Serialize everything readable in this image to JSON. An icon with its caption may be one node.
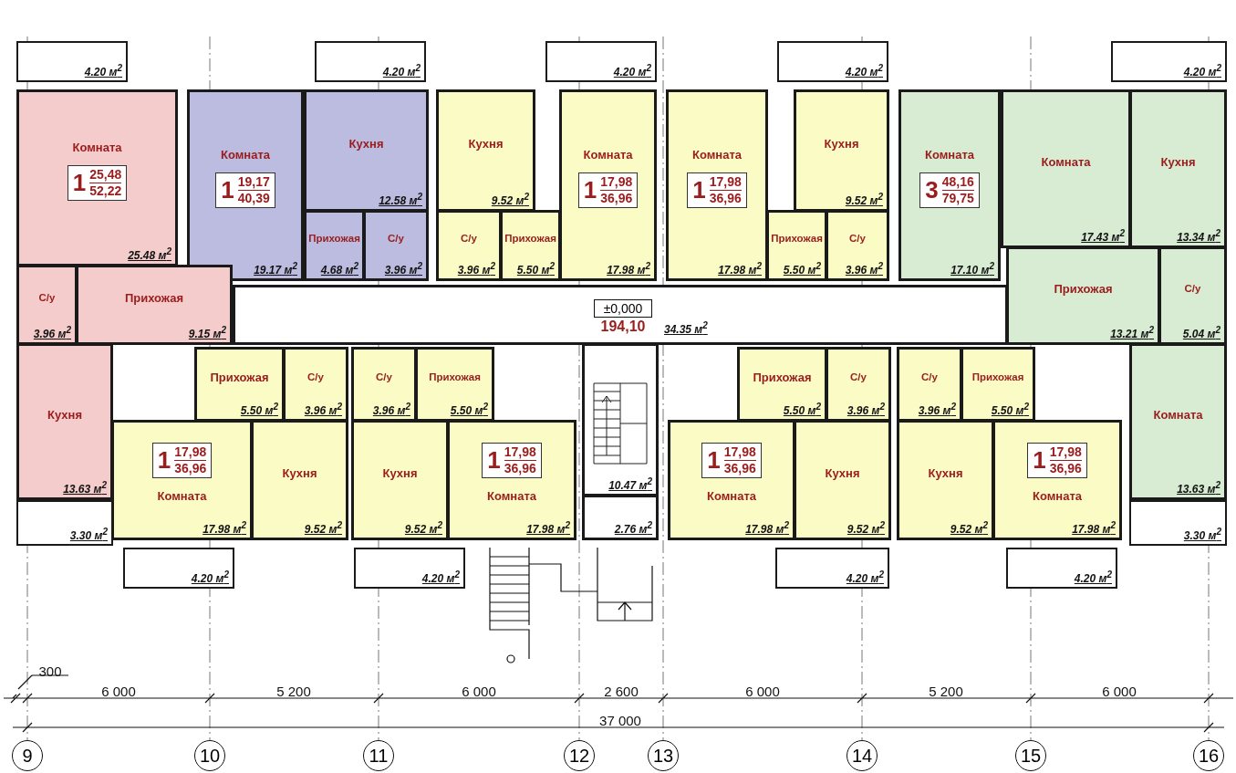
{
  "diagram": {
    "nodes": [
      {
        "text": [
          "4.20 м$^{2}$"
        ]
      },
      {
        "text": [
          "4.20 м$^{2}$"
        ]
      },
      {
        "text": [
          "4.20 м$^{2}$"
        ]
      },
      {
        "text": [
          "4.20 м$^{2}$"
        ]
      },
      {
        "text": [
          "4.20 м$^{2}$"
        ]
      },
      {
        "text": [
          "Комната",
          "1",
          "25,48",
          "52,22",
          "25.48 м$^{2}$"
        ]
      },
      {
        "text": [
          "Комната",
          "1",
          "19,17",
          "40,39",
          "19.17 м$^{2}$"
        ]
      },
      {
        "text": [
          "Кухня",
          "12.58 м$^{2}$"
        ]
      },
      {
        "text": [
          "Кухня",
          "9.52 м$^{2}$"
        ]
      },
      {
        "text": [
          "Комната",
          "1",
          "17,98",
          "36,96",
          "17.98 м$^{2}$"
        ]
      },
      {
        "text": [
          "Комната",
          "1",
          "17,98",
          "36,96",
          "17.98 м$^{2}$"
        ]
      },
      {
        "text": [
          "Кухня",
          "9.52 м$^{2}$"
        ]
      },
      {
        "text": [
          "Комната",
          "3",
          "48,16",
          "79,75",
          "17.10 м$^{2}$"
        ]
      },
      {
        "text": [
          "Комната",
          "17.43 м$^{2}$"
        ]
      },
      {
        "text": [
          "Кухня",
          "13.34 м$^{2}$"
        ]
      },
      {
        "text": [
          "Прихожая",
          "4.68 м$^{2}$"
        ]
      },
      {
        "text": [
          "С/у",
          "3.96 м$^{2}$"
        ]
      },
      {
        "text": [
          "С/у",
          "3.96 м$^{2}$"
        ]
      },
      {
        "text": [
          "Прихожая",
          "5.50 м$^{2}$"
        ]
      },
      {
        "text": [
          "Прихожая",
          "5.50 м$^{2}$"
        ]
      },
      {
        "text": [
          "С/у",
          "3.96 м$^{2}$"
        ]
      },
      {
        "text": [
          "С/у",
          "3.96 м$^{2}$"
        ]
      },
      {
        "text": [
          "Прихожая",
          "9.15 м$^{2}$"
        ]
      },
      {
        "text": [
          "34.35 м$^{2}$"
        ]
      },
      {
        "text": [
          "Прихожая",
          "13.21 м$^{2}$"
        ]
      },
      {
        "text": [
          "С/у",
          "5.04 м$^{2}$"
        ]
      },
      {
        "text": [
          "Кухня",
          "13.63 м$^{2}$"
        ]
      },
      {
        "text": [
          "Прихожая",
          "5.50 м$^{2}$"
        ]
      },
      {
        "text": [
          "С/у",
          "3.96 м$^{2}$"
        ]
      },
      {
        "text": [
          "С/у",
          "3.96 м$^{2}$"
        ]
      },
      {
        "text": [
          "Прихожая",
          "5.50 м$^{2}$"
        ]
      },
      {
        "text": [
          "Прихожая",
          "5.50 м$^{2}$"
        ]
      },
      {
        "text": [
          "С/у",
          "3.96 м$^{2}$"
        ]
      },
      {
        "text": [
          "С/у",
          "3.96 м$^{2}$"
        ]
      },
      {
        "text": [
          "Прихожая",
          "5.50 м$^{2}$"
        ]
      },
      {
        "text": [
          "Комната",
          "13.63 м$^{2}$"
        ]
      },
      {
        "text": [
          "10.47 м$^{2}$"
        ]
      },
      {
        "text": [
          "1",
          "17,98",
          "36,96",
          "Комната",
          "17.98 м$^{2}$"
        ]
      },
      {
        "text": [
          "Кухня",
          "9.52 м$^{2}$"
        ]
      },
      {
        "text": [
          "Кухня",
          "9.52 м$^{2}$"
        ]
      },
      {
        "text": [
          "1",
          "17,98",
          "36,96",
          "Комната",
          "17.98 м$^{2}$"
        ]
      },
      {
        "text": [
          "1",
          "17,98",
          "36,96",
          "Комната",
          "17.98 м$^{2}$"
        ]
      },
      {
        "text": [
          "Кухня",
          "9.52 м$^{2}$"
        ]
      },
      {
        "text": [
          "Кухня",
          "9.52 м$^{2}$"
        ]
      },
      {
        "text": [
          "1",
          "17,98",
          "36,96",
          "Комната",
          "17.98 м$^{2}$"
        ]
      },
      {
        "text": [
          "2.76 м$^{2}$"
        ]
      },
      {
        "text": [
          "3.30 м$^{2}$"
        ]
      },
      {
        "text": [
          "3.30 м$^{2}$"
        ]
      },
      {
        "text": [
          "4.20 м$^{2}$"
        ]
      },
      {
        "text": [
          "4.20 м$^{2}$"
        ]
      },
      {
        "text": [
          "4.20 м$^{2}$"
        ]
      },
      {
        "text": [
          "4.20 м$^{2}$"
        ]
      },
      {
        "text": [
          "9"
        ]
      },
      {
        "text": [
          "10"
        ]
      },
      {
        "text": [
          "11"
        ]
      },
      {
        "text": [
          "12"
        ]
      },
      {
        "text": [
          "13"
        ]
      },
      {
        "text": [
          "14"
        ]
      },
      {
        "text": [
          "15"
        ]
      },
      {
        "text": [
          "16"
        ]
      },
      {
        "text": [
          "±0,000"
        ],
        "beside": [
          "194,10"
        ],
        "in": 23
      }
    ],
    "labels": [
      "300",
      "6 000",
      "5 200",
      "6 000",
      "2 600",
      "6 000",
      "5 200",
      "6 000",
      "37 000"
    ]
  }
}
